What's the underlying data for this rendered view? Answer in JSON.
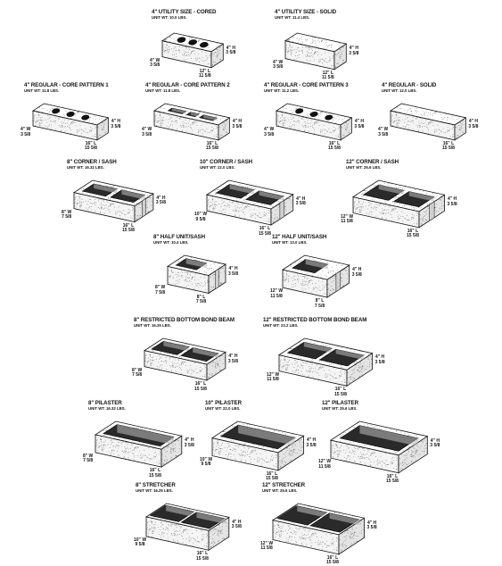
{
  "units": [
    {
      "id": "utility-cored",
      "title": "4\" UTILITY SIZE - CORED",
      "weight": "UNIT WT: 10.0 LBS.",
      "height": "4\" H",
      "height_actual": "3 5/8",
      "length": "12\" L",
      "length_actual": "11 5/8",
      "width": "4\" W",
      "width_actual": "3 5/8"
    },
    {
      "id": "utility-solid",
      "title": "4\" UTILITY SIZE - SOLID",
      "weight": "UNIT WT: 11.4 LBS.",
      "height": "4\" H",
      "height_actual": "3 5/8",
      "length": "12\" L",
      "length_actual": "11 5/8",
      "width": "4\" W",
      "width_actual": "3 5/8"
    },
    {
      "id": "regular-core-1",
      "title": "4\" REGULAR - CORE PATTERN 1",
      "weight": "UNIT WT: 11.8 LBS.",
      "height": "4\" H",
      "height_actual": "3 5/8",
      "length": "16\" L",
      "length_actual": "15 5/8",
      "width": "4\" W",
      "width_actual": "3 5/8"
    },
    {
      "id": "regular-core-2",
      "title": "4\" REGULAR - CORE PATTERN 2",
      "weight": "UNIT WT: 11.8 LBS.",
      "height": "4\" H",
      "height_actual": "3 5/8",
      "length": "16\" L",
      "length_actual": "15 5/8",
      "width": "4\" W",
      "width_actual": "3 5/8"
    },
    {
      "id": "regular-core-3",
      "title": "4\" REGULAR - CORE PATTERN 3",
      "weight": "UNIT WT: 11.2 LBS.",
      "height": "4\" H",
      "height_actual": "3 5/8",
      "length": "16\" L",
      "length_actual": "15 5/8",
      "width": "4\" W",
      "width_actual": "3 5/8"
    },
    {
      "id": "regular-solid",
      "title": "4\" REGULAR - SOLID",
      "weight": "UNIT WT: 12.0 LBS.",
      "height": "4\" H",
      "height_actual": "3 5/8",
      "length": "16\" L",
      "length_actual": "15 5/8",
      "width": "4\" W",
      "width_actual": "3 5/8"
    },
    {
      "id": "corner-sash-8",
      "title": "8\" CORNER / SASH",
      "weight": "UNIT WT: 16.32 LBS.",
      "height": "4\" H",
      "height_actual": "3 5/8",
      "length": "16\" L",
      "length_actual": "15 5/8",
      "width": "8\" W",
      "width_actual": "7 5/8"
    },
    {
      "id": "corner-sash-10",
      "title": "10\" CORNER / SASH",
      "weight": "UNIT WT: 22.0 LBS.",
      "height": "4\" H",
      "height_actual": "3 5/8",
      "length": "16\" L",
      "length_actual": "15 5/8",
      "width": "10\" W",
      "width_actual": "9 5/8"
    },
    {
      "id": "corner-sash-12",
      "title": "12\" CORNER / SASH",
      "weight": "UNIT WT: 25.6 LBS.",
      "height": "4\" H",
      "height_actual": "3 5/8",
      "length": "16\" L",
      "length_actual": "15 5/8",
      "width": "12\" W",
      "width_actual": "11 5/8"
    },
    {
      "id": "half-unit-8",
      "title": "8\" HALF UNIT/SASH",
      "weight": "UNIT WT: 10.4 LBS.",
      "height": "4\" H",
      "height_actual": "3 5/8",
      "length": "8\" L",
      "length_actual": "7 5/8",
      "width": "8\" W",
      "width_actual": "7 5/8"
    },
    {
      "id": "half-unit-12",
      "title": "12\" HALF UNIT/SASH",
      "weight": "UNIT WT: 13.0 LBS.",
      "height": "4\" H",
      "height_actual": "3 5/8",
      "length": "8\" L",
      "length_actual": "7 5/8",
      "width": "12\" W",
      "width_actual": "11 5/8"
    },
    {
      "id": "bond-beam-8",
      "title": "8\" RESTRICTED BOTTOM BOND BEAM",
      "weight": "UNIT WT: 16.25 LBS.",
      "height": "4\" H",
      "height_actual": "3 5/8",
      "length": "16\" L",
      "length_actual": "15 5/8",
      "width": "8\" W",
      "width_actual": "7 5/8"
    },
    {
      "id": "bond-beam-12",
      "title": "12\" RESTRICTED BOTTOM BOND BEAM",
      "weight": "UNIT WT: 23.2 LBS.",
      "height": "4\" H",
      "height_actual": "3 5/8",
      "length": "16\" L",
      "length_actual": "15 5/8",
      "width": "12\" W",
      "width_actual": "11 5/8"
    },
    {
      "id": "pilaster-8",
      "title": "8\" PILASTER",
      "weight": "UNIT WT: 16.32 LBS.",
      "height": "4\" H",
      "height_actual": "3 5/8",
      "length": "16\" L",
      "length_actual": "15 5/8",
      "width": "8\" W",
      "width_actual": "7 5/8"
    },
    {
      "id": "pilaster-10",
      "title": "10\" PILASTER",
      "weight": "UNIT WT: 22.0 LBS.",
      "height": "4\" H",
      "height_actual": "3 5/8",
      "length": "16\" L",
      "length_actual": "15 5/8",
      "width": "10\" W",
      "width_actual": "9 5/8"
    },
    {
      "id": "pilaster-12",
      "title": "12\" PILASTER",
      "weight": "UNIT WT: 25.6 LBS.",
      "height": "4\" H",
      "height_actual": "3 5/8",
      "length": "16\" L",
      "length_actual": "15 5/8",
      "width": "12\" W",
      "width_actual": "11 5/8"
    },
    {
      "id": "stretcher-8",
      "title": "8\" STRETCHER",
      "weight": "UNIT WT: 16.25 LBS.",
      "height": "4\" H",
      "height_actual": "3 5/8",
      "length": "16\" L",
      "length_actual": "15 5/8",
      "width": "10\" W",
      "width_actual": "9 5/8"
    },
    {
      "id": "stretcher-12",
      "title": "12\" STRETCHER",
      "weight": "UNIT WT: 25.6 LBS.",
      "height": "4\" H",
      "height_actual": "3 5/8",
      "length": "16\" L",
      "length_actual": "15 5/8",
      "width": "12\" W",
      "width_actual": "11 5/8"
    }
  ]
}
